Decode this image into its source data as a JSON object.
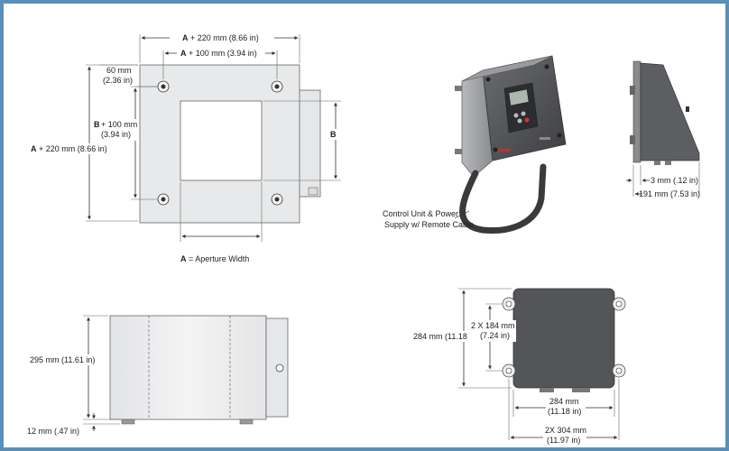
{
  "top_view": {
    "dim_outer_width": "+ 220 mm (8.66 in)",
    "dim_hole_spacing": "+ 100 mm (3.94 in)",
    "dim_offset_mm": "60 mm",
    "dim_offset_in": "(2.36 in)",
    "dim_height_prefix": "A",
    "dim_height": "+ 220 mm (8.66 in)",
    "dim_vert_hole_mm": "+ 100 mm",
    "dim_vert_hole_in": "(3.94 in)",
    "var_a": "A",
    "var_b": "B",
    "aperture_label": "= Aperture Width"
  },
  "control_unit": {
    "callout_line1": "Control Unit & Power",
    "callout_line2": "Supply w/ Remote Cable"
  },
  "side_view_unit": {
    "dim_depth_small": "3 mm (.12 in)",
    "dim_depth_total": "191 mm (7.53 in)"
  },
  "front_view": {
    "dim_height": "295 mm (11.61 in)",
    "dim_foot": "12 mm (.47 in)"
  },
  "mount_view": {
    "dim_height": "284 mm (11.18 in)",
    "dim_hole_v_1": "2 X 184 mm",
    "dim_hole_v_2": "(7.24 in)",
    "dim_width_1": "284 mm",
    "dim_width_2": "(11.18 in)",
    "dim_holes_h_1": "2X 304 mm",
    "dim_holes_h_2": "(11.97 in)"
  }
}
